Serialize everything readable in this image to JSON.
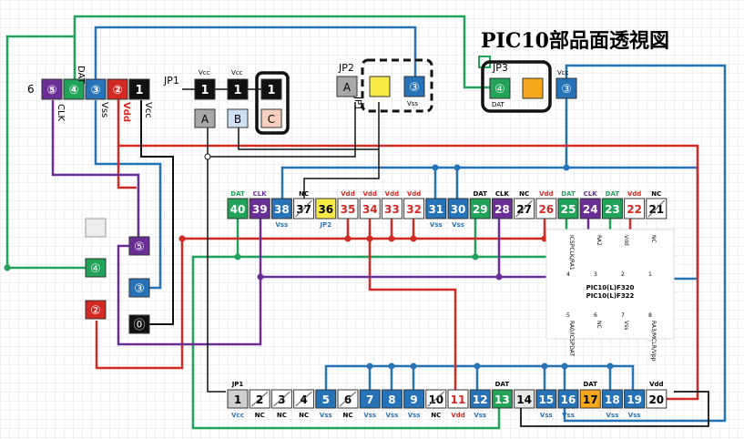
{
  "title": "PIC10部品面透視図",
  "header": {
    "label_6": "6",
    "label_dat": "DAT",
    "label_clk": "CLK",
    "label_vss": "Vss",
    "label_vdd": "Vdd",
    "label_vcc": "Vcc",
    "label_jp1": "JP1",
    "vcc_small": "Vcc",
    "label_jp2": "JP2",
    "label_jp1_rot": "JP1",
    "label_jp3": "JP3",
    "label_vss_small": "Vss",
    "label_dat_small": "DAT",
    "label_vcc_right": "Vcc"
  },
  "icsp_pins": [
    {
      "num": "⑤",
      "color": "#6a2f96"
    },
    {
      "num": "④",
      "color": "#21a35a"
    },
    {
      "num": "③",
      "color": "#2673b8"
    },
    {
      "num": "②",
      "color": "#d42a24"
    },
    {
      "num": "1",
      "color": "#111111"
    }
  ],
  "jp1_blocks": [
    "1",
    "1",
    "1"
  ],
  "abc": {
    "a": "A",
    "b": "B",
    "c": "C",
    "a2": "A"
  },
  "jp2_pin": "③",
  "jp3_pins": [
    "④",
    "③"
  ],
  "left_stack": [
    "⑤",
    "④",
    "③",
    "②",
    "⓪"
  ],
  "top_row": [
    {
      "n": "40",
      "label": "DAT",
      "lcolor": "#21a35a",
      "fill": "#21a35a",
      "text": "#fff"
    },
    {
      "n": "39",
      "label": "CLK",
      "lcolor": "#6a2f96",
      "fill": "#6a2f96",
      "text": "#fff"
    },
    {
      "n": "38",
      "label": "",
      "lcolor": "#000",
      "fill": "#2673b8",
      "text": "#fff",
      "sub": "Vss"
    },
    {
      "n": "37",
      "label": "NC",
      "lcolor": "#000",
      "fill": "#fff",
      "text": "#000",
      "struck": true
    },
    {
      "n": "36",
      "label": "",
      "lcolor": "#000",
      "fill": "#f7ea44",
      "text": "#000",
      "sub": "JP2"
    },
    {
      "n": "35",
      "label": "Vdd",
      "lcolor": "#d42a24",
      "fill": "#fff",
      "text": "#d42a24"
    },
    {
      "n": "34",
      "label": "Vdd",
      "lcolor": "#d42a24",
      "fill": "#fff",
      "text": "#d42a24"
    },
    {
      "n": "33",
      "label": "Vdd",
      "lcolor": "#d42a24",
      "fill": "#fff",
      "text": "#d42a24"
    },
    {
      "n": "32",
      "label": "Vdd",
      "lcolor": "#d42a24",
      "fill": "#fff",
      "text": "#d42a24"
    },
    {
      "n": "31",
      "label": "",
      "lcolor": "#000",
      "fill": "#2673b8",
      "text": "#fff",
      "sub": "Vss"
    },
    {
      "n": "30",
      "label": "",
      "lcolor": "#000",
      "fill": "#2673b8",
      "text": "#fff",
      "sub": "Vss"
    },
    {
      "n": "29",
      "label": "DAT",
      "lcolor": "#000",
      "fill": "#21a35a",
      "text": "#fff"
    },
    {
      "n": "28",
      "label": "CLK",
      "lcolor": "#000",
      "fill": "#6a2f96",
      "text": "#fff"
    },
    {
      "n": "27",
      "label": "NC",
      "lcolor": "#000",
      "fill": "#fff",
      "text": "#000",
      "struck": true
    },
    {
      "n": "26",
      "label": "Vdd",
      "lcolor": "#d42a24",
      "fill": "#fff",
      "text": "#d42a24"
    },
    {
      "n": "25",
      "label": "DAT",
      "lcolor": "#21a35a",
      "fill": "#21a35a",
      "text": "#fff"
    },
    {
      "n": "24",
      "label": "CLK",
      "lcolor": "#6a2f96",
      "fill": "#6a2f96",
      "text": "#fff"
    },
    {
      "n": "23",
      "label": "DAT",
      "lcolor": "#21a35a",
      "fill": "#21a35a",
      "text": "#fff"
    },
    {
      "n": "22",
      "label": "Vdd",
      "lcolor": "#d42a24",
      "fill": "#fff",
      "text": "#d42a24"
    },
    {
      "n": "21",
      "label": "NC",
      "lcolor": "#000",
      "fill": "#fff",
      "text": "#000",
      "struck": true
    }
  ],
  "bottom_row": [
    {
      "n": "1",
      "label": "JP1",
      "fill": "#d0d0d0",
      "text": "#000",
      "sub": "Vcc"
    },
    {
      "n": "2",
      "fill": "#fff",
      "text": "#000",
      "struck": true,
      "sub": "NC"
    },
    {
      "n": "3",
      "fill": "#fff",
      "text": "#000",
      "struck": true,
      "sub": "NC"
    },
    {
      "n": "4",
      "fill": "#fff",
      "text": "#000",
      "struck": true,
      "sub": "NC"
    },
    {
      "n": "5",
      "fill": "#2673b8",
      "text": "#fff",
      "sub": "Vss"
    },
    {
      "n": "6",
      "fill": "#fff",
      "text": "#000",
      "struck": true,
      "sub": "NC"
    },
    {
      "n": "7",
      "fill": "#2673b8",
      "text": "#fff",
      "sub": "Vss"
    },
    {
      "n": "8",
      "fill": "#2673b8",
      "text": "#fff",
      "sub": "Vss"
    },
    {
      "n": "9",
      "fill": "#2673b8",
      "text": "#fff",
      "sub": "Vss"
    },
    {
      "n": "10",
      "fill": "#fff",
      "text": "#000",
      "struck": true,
      "sub": "NC"
    },
    {
      "n": "11",
      "fill": "#fff",
      "text": "#d42a24",
      "sub": "Vdd"
    },
    {
      "n": "12",
      "fill": "#2673b8",
      "text": "#fff",
      "sub": "Vss"
    },
    {
      "n": "13",
      "label": "DAT",
      "fill": "#21a35a",
      "text": "#fff"
    },
    {
      "n": "14",
      "fill": "#e8e8e8",
      "text": "#000"
    },
    {
      "n": "15",
      "fill": "#2673b8",
      "text": "#fff",
      "sub": "Vss"
    },
    {
      "n": "16",
      "fill": "#2673b8",
      "text": "#fff",
      "sub": "Vss"
    },
    {
      "n": "17",
      "label": "DAT",
      "fill": "#f5a81b",
      "text": "#000"
    },
    {
      "n": "18",
      "fill": "#2673b8",
      "text": "#fff",
      "sub": "Vss"
    },
    {
      "n": "19",
      "fill": "#2673b8",
      "text": "#fff",
      "sub": "Vss"
    },
    {
      "n": "20",
      "label": "Vdd",
      "fill": "#fff",
      "text": "#000"
    }
  ],
  "chip": {
    "line1": "PIC10(L)F320",
    "line2": "PIC10(L)F322",
    "top_pins": [
      "ICSPCLK/RA1",
      "RA2",
      "Vdd",
      "NC"
    ],
    "top_nums": [
      "4",
      "3",
      "2",
      "1"
    ],
    "bot_pins": [
      "RA0/ICSPDAT",
      "NC",
      "Vss",
      "RA3/MCLR/Vpp"
    ],
    "bot_nums": [
      "5",
      "6",
      "7",
      "8"
    ]
  },
  "colors": {
    "green": "#21a35a",
    "blue": "#2673b8",
    "red": "#d42a24",
    "purple": "#6a2f96",
    "black": "#111111",
    "yellow": "#f7ea44",
    "orange": "#f5a81b",
    "grid": "#e2e2e2"
  }
}
